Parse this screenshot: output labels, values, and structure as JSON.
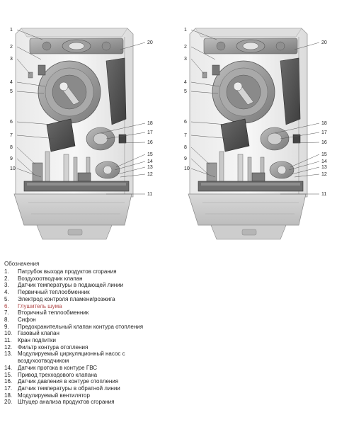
{
  "left_view": {
    "callouts_left": [
      "1",
      "2",
      "3",
      "4",
      "5",
      "6",
      "7",
      "8",
      "9",
      "10"
    ],
    "callouts_right": [
      "20",
      "18",
      "17",
      "16",
      "15",
      "14",
      "13",
      "12",
      "11"
    ]
  },
  "right_view": {
    "callouts_left": [
      "1",
      "2",
      "3",
      "4",
      "5",
      "6",
      "7",
      "8",
      "9",
      "10"
    ],
    "callouts_right": [
      "20",
      "18",
      "17",
      "16",
      "15",
      "14",
      "13",
      "12",
      "11"
    ]
  },
  "legend": {
    "title": "Обозначения",
    "items": [
      {
        "num": "1.",
        "text": "Патрубок выхода продуктов сгорания"
      },
      {
        "num": "2.",
        "text": "Воздухоотводчик клапан"
      },
      {
        "num": "3.",
        "text": "Датчик температуры в подающей линии"
      },
      {
        "num": "4.",
        "text": "Первичный теплообменник"
      },
      {
        "num": "5.",
        "text": "Электрод контроля пламени/розжига"
      },
      {
        "num": "6.",
        "text": "Глушитель шума",
        "highlight": true
      },
      {
        "num": "7.",
        "text": "Вторичный теплообменник"
      },
      {
        "num": "8.",
        "text": "Сифон"
      },
      {
        "num": "9.",
        "text": "Предохранительный клапан контура отопления"
      },
      {
        "num": "10.",
        "text": "Газовый клапан"
      },
      {
        "num": "11.",
        "text": "Кран подпитки"
      },
      {
        "num": "12.",
        "text": "Фильтр контура отопления"
      },
      {
        "num": "13.",
        "text": "Модулируемый циркуляционный насос с"
      },
      {
        "num": "",
        "text": "воздухоотводчиком"
      },
      {
        "num": "14.",
        "text": "Датчик протока в контуре ГВС"
      },
      {
        "num": "15.",
        "text": "Привод трехходового клапана"
      },
      {
        "num": "16.",
        "text": "Датчик давления в контуре отопления"
      },
      {
        "num": "17.",
        "text": "Датчик температуры в обратной линии"
      },
      {
        "num": "18.",
        "text": "Модулируемый вентилятор"
      },
      {
        "num": "20.",
        "text": "Штуцер анализа продуктов сгорания"
      }
    ]
  }
}
